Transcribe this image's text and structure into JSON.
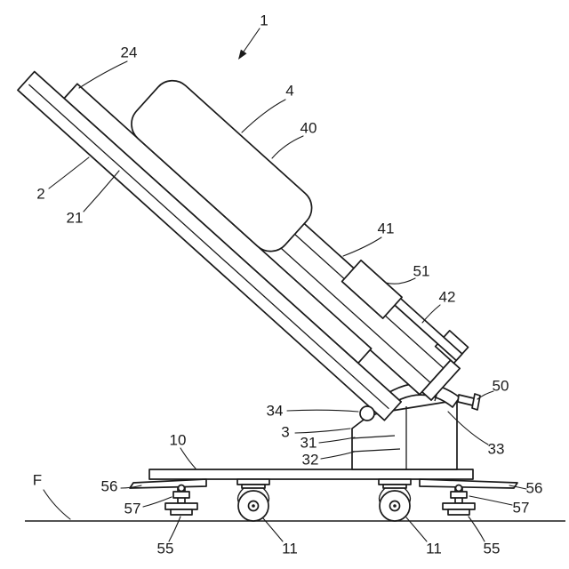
{
  "figure": {
    "background": "#ffffff",
    "line_color": "#1a1a1a",
    "description_tag": "patent-style side elevation of tilted apparatus on wheeled base",
    "labels": {
      "l1": "1",
      "l2": "2",
      "l3": "3",
      "l4": "4",
      "l10": "10",
      "l11_left": "11",
      "l11_right": "11",
      "l21": "21",
      "l24": "24",
      "l31": "31",
      "l32": "32",
      "l33": "33",
      "l34": "34",
      "l40": "40",
      "l41": "41",
      "l42": "42",
      "l50": "50",
      "l51": "51",
      "l55_left": "55",
      "l55_right": "55",
      "l56_left": "56",
      "l56_right": "56",
      "l57_left": "57",
      "l57_right": "57",
      "lF": "F"
    }
  }
}
